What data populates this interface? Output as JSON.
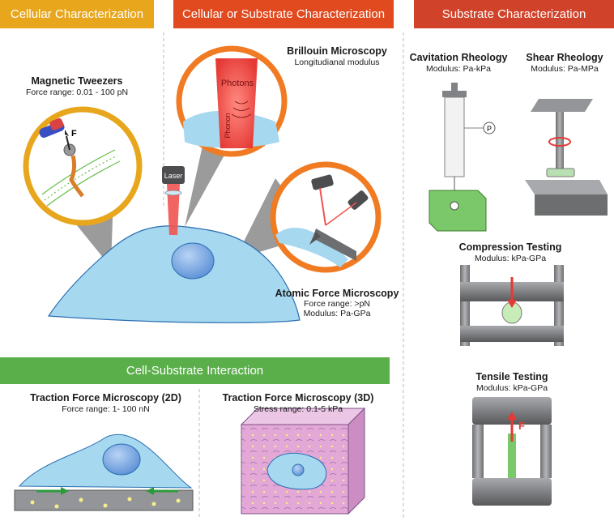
{
  "colors": {
    "cellular": "#e8a61d",
    "cellular_or_substrate": "#e04a1e",
    "substrate": "#d0432a",
    "interaction": "#5aaf4a",
    "cell_fill": "#a6d8f0",
    "ring_orange": "#f07b22",
    "ring_gold": "#e8a61d"
  },
  "headers": {
    "cellular": "Cellular Characterization",
    "cellular_or_substrate": "Cellular or Substrate Characterization",
    "substrate": "Substrate Characterization",
    "interaction": "Cell-Substrate Interaction"
  },
  "magnetic": {
    "title": "Magnetic Tweezers",
    "line1": "Force range: 0.01 - 100 pN",
    "force_label": "F"
  },
  "brillouin": {
    "title": "Brillouin Microscopy",
    "line1": "Longitudianal modulus",
    "photons": "Photons",
    "phonon": "Phonon"
  },
  "laser": "Laser",
  "afm": {
    "title": "Atomic Force Microscopy",
    "line1": "Force range: >pN",
    "line2": "Modulus: Pa-GPa"
  },
  "cavitation": {
    "title": "Cavitation Rheology",
    "line1": "Modulus: Pa-kPa",
    "p_label": "P"
  },
  "shear": {
    "title": "Shear Rheology",
    "line1": "Modulus: Pa-MPa"
  },
  "compression": {
    "title": "Compression Testing",
    "line1": "Modulus: kPa-GPa"
  },
  "tensile": {
    "title": "Tensile Testing",
    "line1": "Modulus: kPa-GPa",
    "force_label": "F"
  },
  "tfm2d": {
    "title": "Traction Force Microscopy (2D)",
    "line1": "Force range: 1- 100 nN"
  },
  "tfm3d": {
    "title": "Traction Force Microscopy (3D)",
    "line1": "Stress range: 0.1-5 kPa"
  }
}
